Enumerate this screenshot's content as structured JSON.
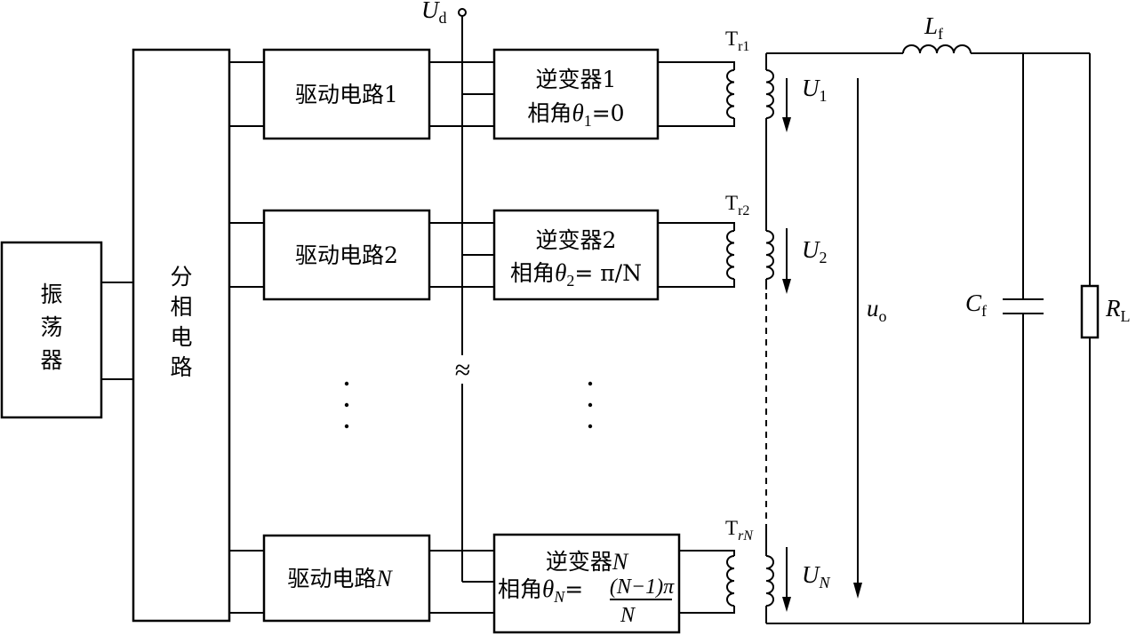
{
  "diagram": {
    "oscillator": {
      "label": "振荡器",
      "chars": [
        "振",
        "荡",
        "器"
      ]
    },
    "phase_splitter": {
      "label": "分相电路",
      "chars": [
        "分",
        "相",
        "电",
        "路"
      ]
    },
    "drivers": [
      {
        "prefix": "驱动电路",
        "suffix": "1",
        "suffix_italic": false
      },
      {
        "prefix": "驱动电路",
        "suffix": "2",
        "suffix_italic": false
      },
      {
        "prefix": "驱动电路",
        "suffix": "N",
        "suffix_italic": true
      }
    ],
    "inverters": [
      {
        "line1_prefix": "逆变器",
        "line1_suffix": "1",
        "line1_italic": false,
        "phase_prefix": "相角",
        "theta_sub": "1",
        "phase_value": "=0"
      },
      {
        "line1_prefix": "逆变器",
        "line1_suffix": "2",
        "line1_italic": false,
        "phase_prefix": "相角",
        "theta_sub": "2",
        "phase_value": "= π/N"
      },
      {
        "line1_prefix": "逆变器",
        "line1_suffix": "N",
        "line1_italic": true,
        "phase_prefix": "相角",
        "theta_sub": "N",
        "phase_value": "=",
        "frac_num": "(N−1)π",
        "frac_den": "N"
      }
    ],
    "dc_supply": {
      "symbol": "U",
      "sub": "d",
      "break_symbol": "≈"
    },
    "transformers": [
      {
        "base": "T",
        "sub": "r1"
      },
      {
        "base": "T",
        "sub": "r2"
      },
      {
        "base": "T",
        "sub": "rN"
      }
    ],
    "voltages": [
      {
        "symbol": "U",
        "sub": "1"
      },
      {
        "symbol": "U",
        "sub": "2"
      },
      {
        "symbol": "U",
        "sub": "N"
      }
    ],
    "output_voltage": {
      "symbol": "u",
      "sub": "o"
    },
    "filter_inductor": {
      "symbol": "L",
      "sub": "f"
    },
    "filter_capacitor": {
      "symbol": "C",
      "sub": "f"
    },
    "load_resistor": {
      "symbol": "R",
      "sub": "L"
    },
    "ellipsis": "⋮"
  }
}
